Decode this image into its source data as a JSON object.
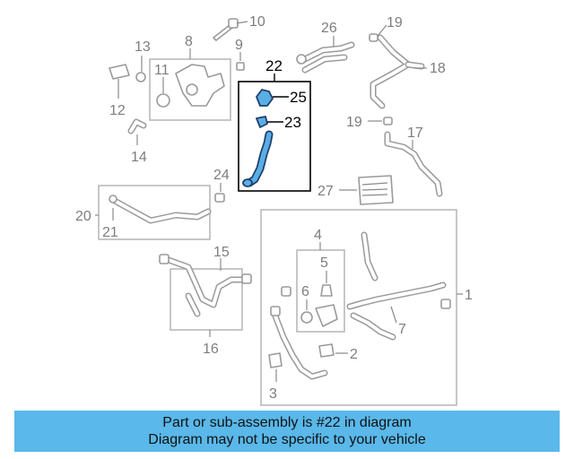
{
  "callouts": {
    "n1": "1",
    "n2": "2",
    "n3": "3",
    "n4": "4",
    "n5": "5",
    "n6": "6",
    "n7": "7",
    "n8": "8",
    "n9": "9",
    "n10": "10",
    "n11": "11",
    "n12": "12",
    "n13": "13",
    "n14": "14",
    "n15": "15",
    "n16": "16",
    "n17": "17",
    "n18": "18",
    "n19a": "19",
    "n19b": "19",
    "n20": "20",
    "n21": "21",
    "n22": "22",
    "n23": "23",
    "n24": "24",
    "n25": "25",
    "n26": "26",
    "n27": "27"
  },
  "banner": {
    "line1": "Part or sub-assembly is #22 in diagram",
    "line2": "Diagram may not be specific to your vehicle"
  },
  "colors": {
    "highlight_fill": "#5aaee4",
    "highlight_outline": "#1f3f6e",
    "banner_background": "#5ab8ea",
    "line_art": "#9a9a9a"
  }
}
